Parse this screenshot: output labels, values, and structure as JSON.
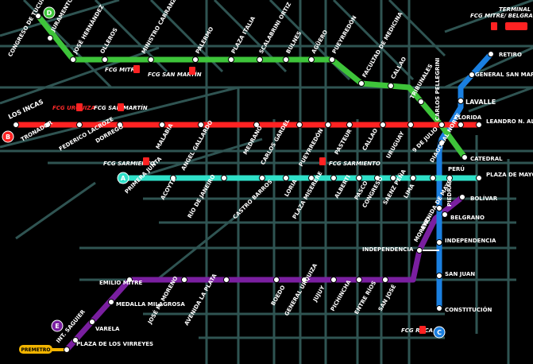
{
  "lines": {
    "A": {
      "label": "A",
      "color": "#2fe0c8"
    },
    "B": {
      "label": "B",
      "color": "#ff2222"
    },
    "C": {
      "label": "C",
      "color": "#1a7fe0"
    },
    "D": {
      "label": "D",
      "color": "#3ec43a"
    },
    "E": {
      "label": "E",
      "color": "#7a1fa0"
    },
    "premetro": {
      "label": "PREMETRO",
      "color": "#f2b400"
    }
  },
  "stations": {
    "d": [
      "CONGRESO DE TUCUMÁN",
      "JURAMENTO",
      "JOSÉ HERNÁNDEZ",
      "OLLEROS",
      "MINISTRO CARRANZA",
      "PALERMO",
      "PLAZA ITALIA",
      "SCALABRINI ORTIZ",
      "BULNES",
      "AGÜERO",
      "PUEYRREDÓN",
      "FACULTAD DE MEDICINA",
      "CALLAO",
      "TRIBUNALES",
      "CATEDRAL"
    ],
    "b": [
      "LOS INCAS",
      "TRONADOR",
      "FEDERICO LACROZE",
      "DORREGO",
      "MALABIA",
      "ANGEL GALLARDO",
      "MEDRANO",
      "CARLOS GARDEL",
      "PUEYRREDÓN",
      "PASTEUR",
      "CALLAO",
      "URUGUAY",
      "CARLOS PELLEGRINI",
      "FLORIDA",
      "LEANDRO N. ALEM"
    ],
    "a": [
      "PRIMERA JUNTA",
      "ACOYTE",
      "RÍO DE JANEIRO",
      "CASTRO BARROS",
      "LORIA",
      "PLAZA MISERERE",
      "ALBERTI",
      "PASCO",
      "CONGRESO",
      "SAENZ PEÑA",
      "LIMA",
      "PIEDRAS",
      "PERÚ",
      "PLAZA DE MAYO"
    ],
    "c": [
      "RETIRO",
      "GENERAL SAN MARTÍN",
      "LAVALLE",
      "DIAGONAL NORTE",
      "AVENIDA DE MAYO",
      "MORENO",
      "INDEPENDENCIA",
      "SAN JUAN",
      "CONSTITUCIÓN"
    ],
    "e": [
      "BOLÍVAR",
      "BELGRANO",
      "INDEPENDENCIA",
      "SAN JOSÉ",
      "ENTRE RÍOS",
      "PICHINCHA",
      "JUJUY",
      "GENERAL URQUIZA",
      "BOEDO",
      "AVENIDA LA PLATA",
      "JOSÉ M. MORENO",
      "EMILIO MITRE",
      "MEDALLA MILAGROSA",
      "VARELA",
      "PLAZA DE LOS VIRREYES",
      "INT. SAGUIER"
    ],
    "nueve_de_julio": "9 DE JULIO"
  },
  "connections": {
    "mitre": "FCG MITRE",
    "san_martin_1": "FCG SAN MARTÍN",
    "urquiza": "FCG URQUIZA",
    "san_martin_2": "FCG SAN MARTÍN",
    "sarmiento_1": "FCG SARMIENTO",
    "sarmiento_2": "FCG SARMIENTO",
    "roca": "FCG ROCA",
    "retiro_rail": "FCG MITRE/ BELGRANO/ SAN MARTÍN",
    "bus_terminal": "TERMINAL DE ÓMNIBUS"
  },
  "icons": [
    "train-icon",
    "bus-icon"
  ]
}
